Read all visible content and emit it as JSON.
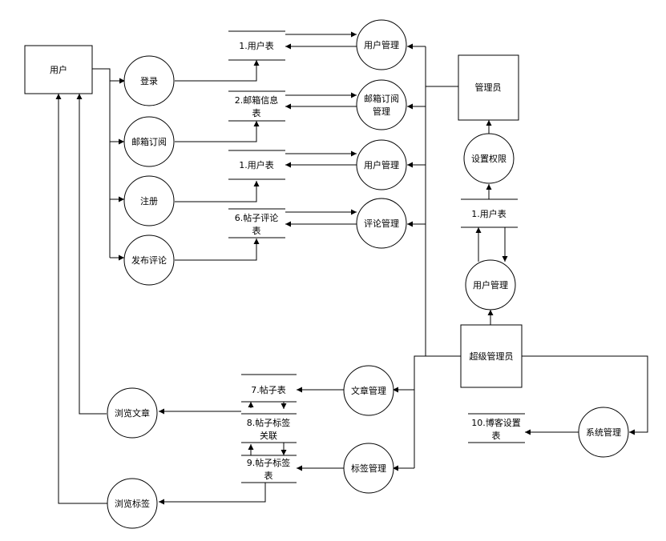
{
  "diagram": {
    "entities": {
      "user": "用户",
      "admin": "管理员",
      "super_admin": "超级管理员"
    },
    "processes": {
      "login": "登录",
      "mail_subscribe": "邮箱订阅",
      "register": "注册",
      "post_comment": "发布评论",
      "user_mgmt_1": "用户管理",
      "mail_sub_mgmt_line1": "邮箱订阅",
      "mail_sub_mgmt_line2": "管理",
      "user_mgmt_2": "用户管理",
      "comment_mgmt": "评论管理",
      "set_permission": "设置权限",
      "user_mgmt_3": "用户管理",
      "article_mgmt": "文章管理",
      "tag_mgmt": "标签管理",
      "system_mgmt": "系统管理",
      "browse_article": "浏览文章",
      "browse_tag": "浏览标签"
    },
    "stores": {
      "user_table_a": "1.用户表",
      "mail_info_line1": "2.邮箱信息",
      "mail_info_line2": "表",
      "user_table_b": "1.用户表",
      "post_comment_line1": "6.帖子评论",
      "post_comment_line2": "表",
      "user_table_c": "1.用户表",
      "post_table": "7.帖子表",
      "post_tag_rel_line1": "8.帖子标签",
      "post_tag_rel_line2": "关联",
      "post_tag_line1": "9.帖子标签",
      "post_tag_line2": "表",
      "blog_settings_line1": "10.博客设置",
      "blog_settings_line2": "表"
    }
  }
}
